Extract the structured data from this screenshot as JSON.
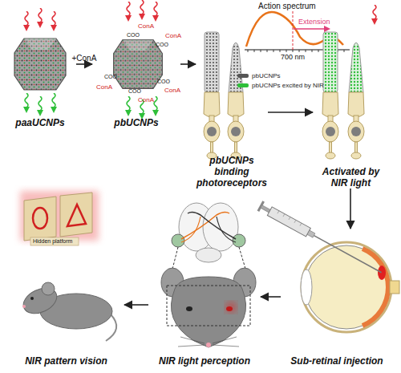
{
  "diagram": {
    "nodes": [
      {
        "text": [
          "paaUCNPs"
        ]
      },
      {
        "text": [
          "pbUCNPs"
        ]
      },
      {
        "text": [
          "pbUCNPs binding photoreceptors"
        ]
      },
      {
        "text": [
          "Activated by NIR light"
        ]
      },
      {
        "text": [
          "Sub-retinal injection"
        ]
      },
      {
        "text": [
          "NIR light perception"
        ]
      },
      {
        "text": [
          "NIR pattern vision"
        ]
      }
    ],
    "edges": [
      {
        "from": 0,
        "to": 1,
        "label": "+ConA",
        "arrow": "to"
      },
      {
        "from": 1,
        "to": 2,
        "arrow": "to"
      },
      {
        "from": 2,
        "to": 3,
        "arrow": "to"
      },
      {
        "from": 3,
        "to": 4,
        "arrow": "to"
      },
      {
        "from": 4,
        "to": 5,
        "arrow": "to"
      },
      {
        "from": 5,
        "to": 6,
        "arrow": "to"
      }
    ],
    "labels": [
      "Action spectrum",
      "Extension",
      "700 nm",
      "Hidden platform",
      "COO",
      "ConA",
      "COO",
      "ConA",
      "COO",
      "ConA",
      "COO",
      "ConA",
      "COO",
      "ConA"
    ],
    "legend": [
      {
        "text": "pbUCNPs",
        "color": "#555555"
      },
      {
        "text": "pbUCNPs excited by NIR",
        "color": "#2fbf3a"
      }
    ]
  }
}
